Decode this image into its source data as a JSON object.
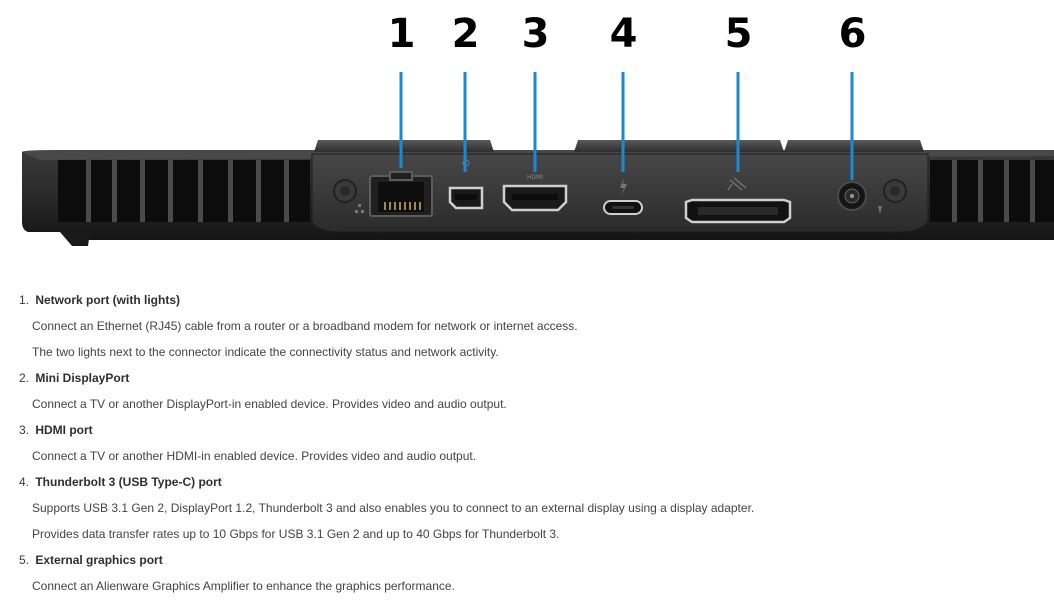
{
  "callouts": [
    "1",
    "2",
    "3",
    "4",
    "5",
    "6"
  ],
  "ports": [
    {
      "number": "1.",
      "title": "Network port (with lights)",
      "descriptions": [
        "Connect an Ethernet (RJ45) cable from a router or a broadband modem for network or internet access.",
        "The two lights next to the connector indicate the connectivity status and network activity."
      ]
    },
    {
      "number": "2.",
      "title": "Mini DisplayPort",
      "descriptions": [
        "Connect a TV or another DisplayPort-in enabled device. Provides video and audio output."
      ]
    },
    {
      "number": "3.",
      "title": "HDMI port",
      "descriptions": [
        "Connect a TV or another HDMI-in enabled device. Provides video and audio output."
      ]
    },
    {
      "number": "4.",
      "title": "Thunderbolt 3 (USB Type-C) port",
      "descriptions": [
        "Supports USB 3.1 Gen 2, DisplayPort 1.2, Thunderbolt 3 and also enables you to connect to an external display using a display adapter.",
        "Provides data transfer rates up to 10 Gbps for USB 3.1 Gen 2 and up to 40 Gbps for Thunderbolt 3."
      ]
    },
    {
      "number": "5.",
      "title": "External graphics port",
      "descriptions": [
        "Connect an Alienware Graphics Amplifier to enhance the graphics performance."
      ]
    }
  ],
  "figure": {
    "hdmi_glyph": "HDMI",
    "callout_line_color": "#1b8ad1",
    "chassis_color": "#2a2a2a"
  }
}
